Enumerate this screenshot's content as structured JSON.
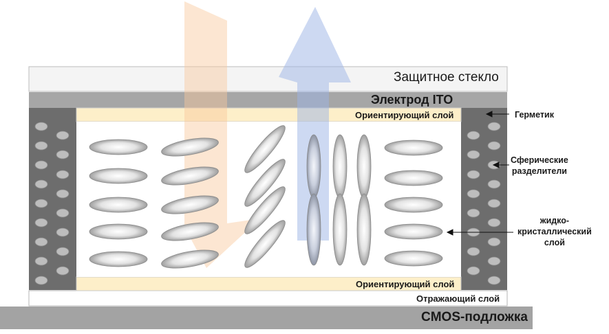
{
  "layers": {
    "protective_glass": "Защитное стекло",
    "ito_electrode": "Электрод ITO",
    "alignment_top": "Ориентирующий слой",
    "alignment_bottom": "Ориентирующий слой",
    "reflective": "Отражающий слой",
    "cmos_substrate": "CMOS-подложка"
  },
  "callouts": {
    "sealant": "Герметик",
    "spacers_line1": "Сферические",
    "spacers_line2": "разделители",
    "lc_line1": "жидко-",
    "lc_line2": "кристаллический",
    "lc_line3": "слой"
  },
  "colors": {
    "glass": "#f4f4f4",
    "ito": "#a6a6a6",
    "alignment": "#fdefc9",
    "cmos": "#a3a3a3",
    "sealant": "#6d6d6d",
    "light_in": "#f9c79b",
    "light_out": "#9bb3e6"
  }
}
